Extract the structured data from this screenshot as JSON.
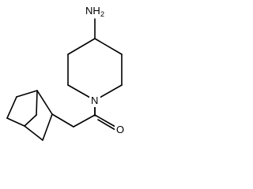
{
  "molecule": {
    "atoms": {
      "amine": {
        "symbol": "NH",
        "subscript": "2"
      },
      "ring_nitrogen": {
        "symbol": "N"
      },
      "carbonyl_oxygen": {
        "symbol": "O"
      }
    }
  },
  "colors": {
    "bond": "#000000",
    "background": "#ffffff"
  }
}
